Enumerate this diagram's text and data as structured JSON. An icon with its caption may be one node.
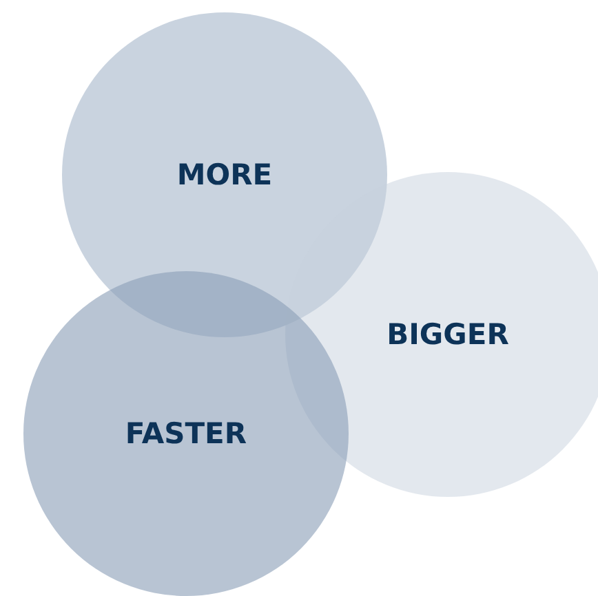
{
  "diagram": {
    "nodes": [
      {
        "text": [
          "MORE"
        ]
      },
      {
        "text": [
          "BIGGER"
        ]
      },
      {
        "text": [
          "FASTER"
        ]
      }
    ]
  }
}
